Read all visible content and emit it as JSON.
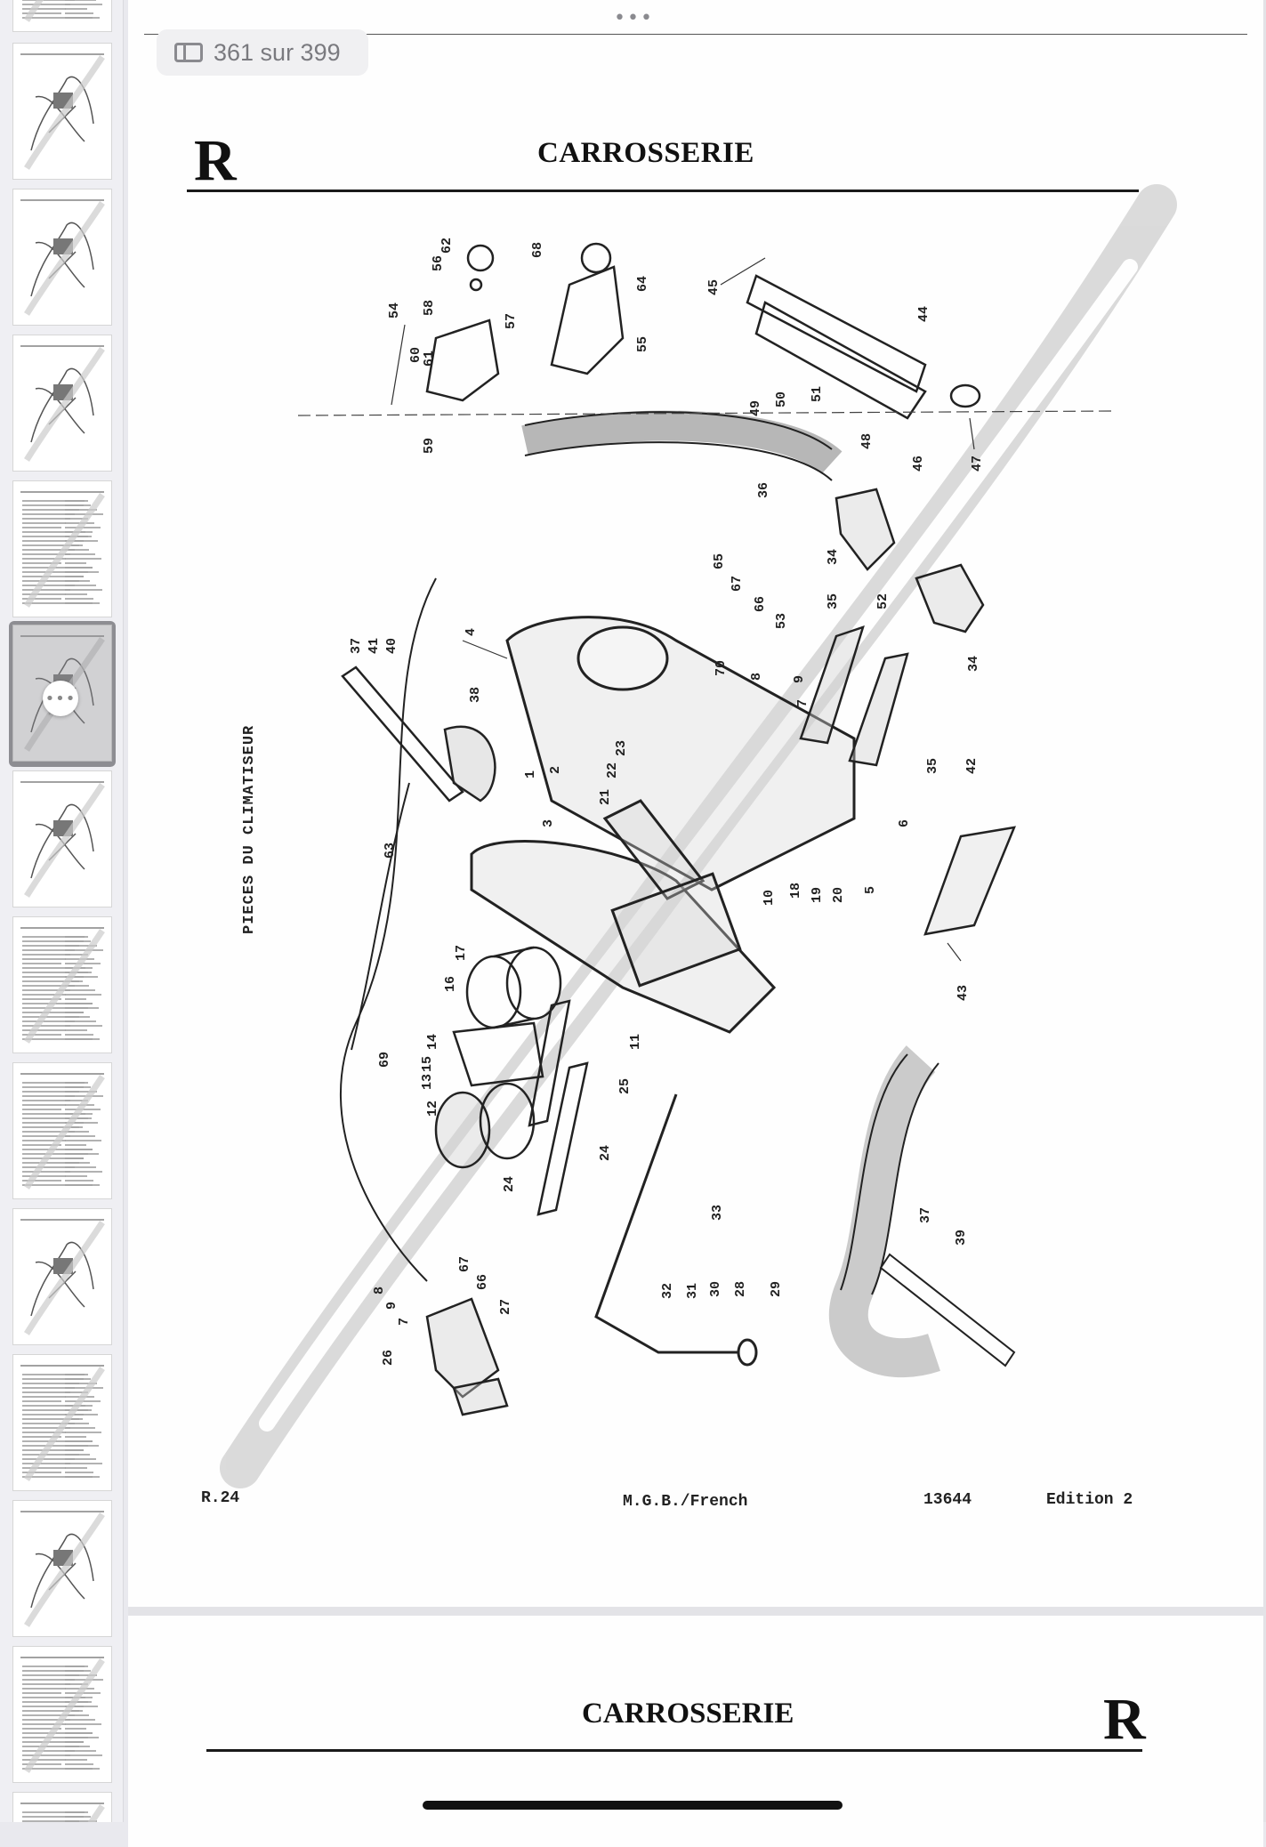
{
  "viewer": {
    "page_counter": "361 sur 399",
    "counter_icon": "sidebar-icon",
    "menu_icon": "more-dots-icon",
    "selected_thumb_index": 5
  },
  "page": {
    "section_letter": "R",
    "header_title": "CARROSSERIE",
    "vertical_title": "PIECES DU CLIMATISEUR",
    "footer": {
      "page_ref": "R.24",
      "model": "M.G.B./French",
      "part_number": "13644",
      "edition": "Edition 2"
    },
    "callouts": [
      "1",
      "2",
      "3",
      "4",
      "5",
      "6",
      "7",
      "8",
      "9",
      "10",
      "11",
      "12",
      "13",
      "14",
      "15",
      "16",
      "17",
      "18",
      "19",
      "20",
      "21",
      "22",
      "23",
      "24",
      "25",
      "26",
      "27",
      "28",
      "29",
      "30",
      "31",
      "32",
      "33",
      "34",
      "35",
      "36",
      "37",
      "38",
      "39",
      "40",
      "41",
      "42",
      "43",
      "44",
      "45",
      "46",
      "47",
      "48",
      "49",
      "50",
      "51",
      "52",
      "53",
      "54",
      "55",
      "56",
      "57",
      "58",
      "59",
      "60",
      "61",
      "62",
      "63",
      "64",
      "65",
      "66",
      "67",
      "68",
      "69",
      "70"
    ]
  },
  "next_page": {
    "header_title": "CARROSSERIE",
    "section_letter": "R"
  }
}
